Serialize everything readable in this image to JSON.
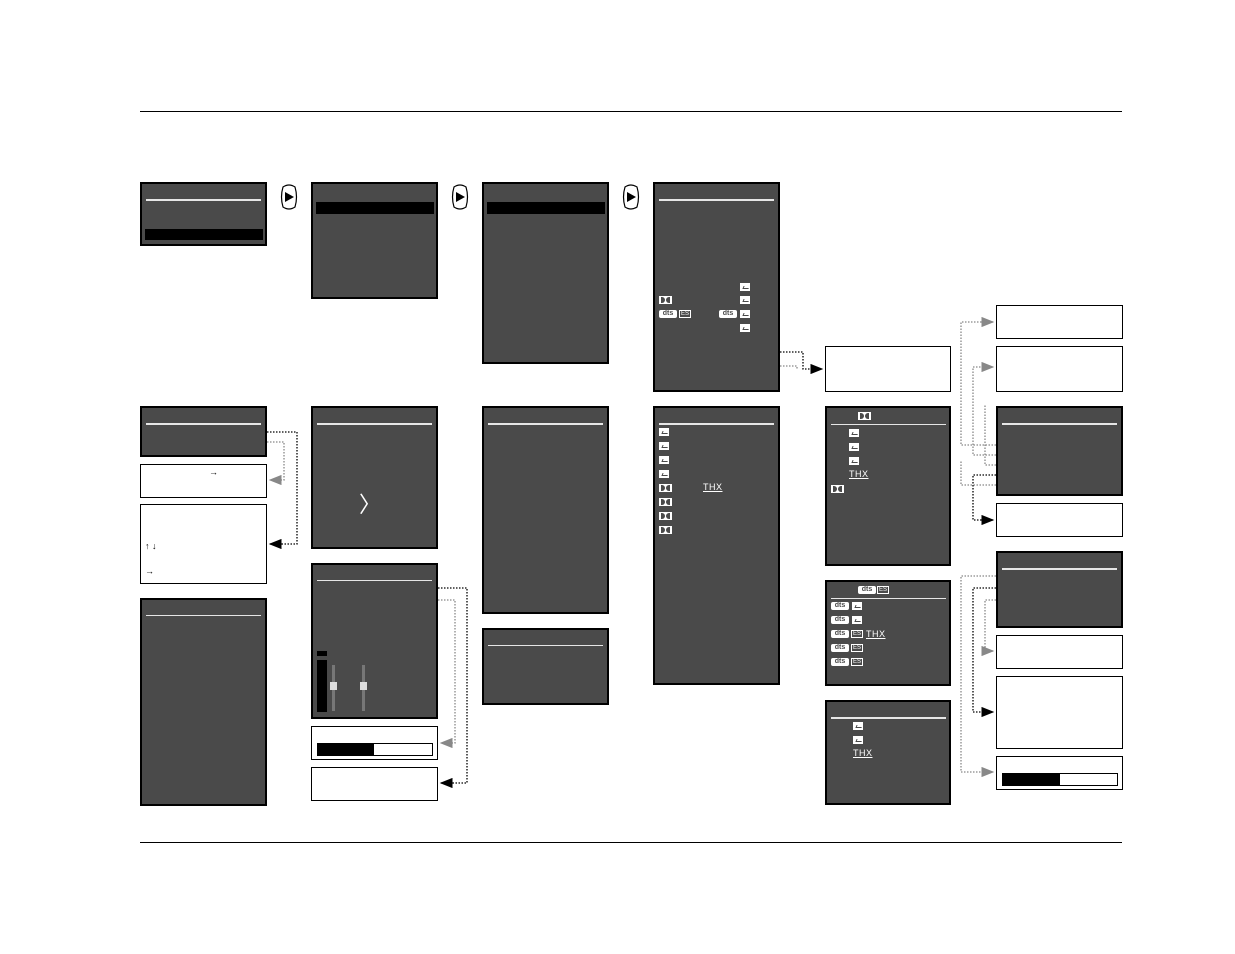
{
  "navigation": {
    "button_icon": "right-arrow-button-icon"
  },
  "screen_elements": {
    "arrows_label": "→",
    "updown_label": "↑ ↓",
    "right_label": "→",
    "chevron_label": "〉",
    "dts_label": "dts",
    "es_label": "ES",
    "thx_label": "THX"
  },
  "meters": {
    "left_progress": 0.49,
    "right_progress": 0.5
  },
  "colors": {
    "screen": "#4a4a4a",
    "screen_line": "#e6e6e6",
    "selection": "#000000",
    "connector_dark": "#000000",
    "connector_light": "#888888"
  }
}
